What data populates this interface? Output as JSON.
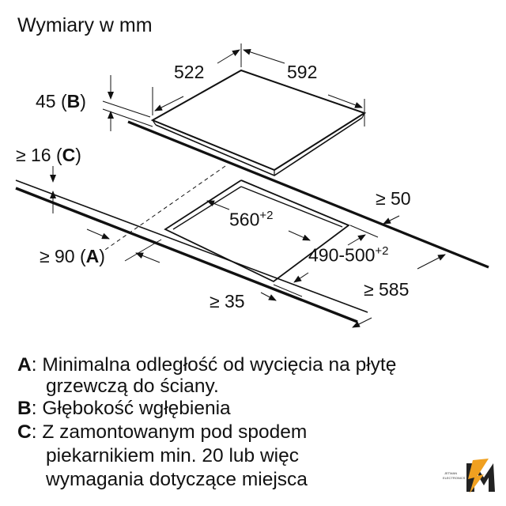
{
  "title": "Wymiary w mm",
  "dimensions": {
    "depth": "522",
    "width": "592",
    "b": "45",
    "b_letter": "B",
    "c": "≥ 16",
    "c_letter": "C",
    "cut_w": "560",
    "cut_w_tol": "+2",
    "cut_d": "490-500",
    "cut_d_tol": "+2",
    "back": "≥ 50",
    "a": "≥ 90",
    "a_letter": "A",
    "front": "≥ 35",
    "worktop": "≥ 585"
  },
  "legend": [
    {
      "key": "A",
      "lines": [
        "Minimalna odległość od wycięcia na płytę",
        "grzewczą do ściany."
      ]
    },
    {
      "key": "B",
      "lines": [
        "Głębokość wgłębienia"
      ]
    },
    {
      "key": "C",
      "lines": [
        "Z zamontowanym pod spodem",
        "piekarnikiem min. 20 lub więc",
        "wymagania dotyczące miejsca"
      ]
    }
  ],
  "logo": {
    "text": "JETMAN ELECTRONICS",
    "color": "#f0a020"
  }
}
